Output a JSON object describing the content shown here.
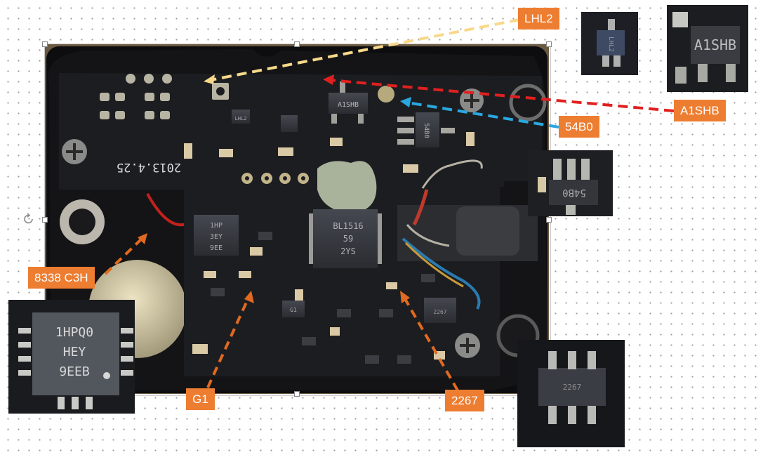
{
  "callouts": {
    "lhl2": "LHL2",
    "a1shb": "A1SHB",
    "b54b0": "54B0",
    "c8338": "8338 C3H",
    "g1": "G1",
    "c2267": "2267"
  },
  "chip_markings": {
    "thumb_a1shb": "A1SHB",
    "pcb_a1shb": "A1SHB",
    "pcb_54b0": "54B0",
    "thumb_54b0": "54B0",
    "pcb_date": "2013.4.25",
    "big_ic": [
      "BL1516",
      "59",
      "2YS"
    ],
    "qfn_small": [
      "1HP",
      "3EY",
      "9EE"
    ],
    "qfn_zoom": [
      "1HPQ0",
      "HEY",
      "9EEB"
    ],
    "sot_lhl2": "LHL2",
    "sot_g1": "G1",
    "pcb_2267": "2267",
    "thumb_2267": "2267"
  },
  "colors": {
    "callout_bg": "#ed7d31",
    "arrow_lhl2": "#f8d98a",
    "arrow_a1shb": "#e02020",
    "arrow_54b0": "#29a8e0",
    "arrow_orange": "#e06a20",
    "pcb": "#1c1d20"
  }
}
